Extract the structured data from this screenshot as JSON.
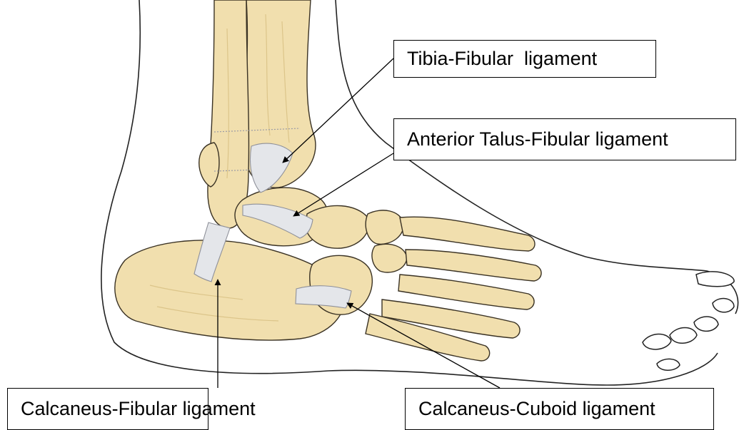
{
  "labels": {
    "tibia_fibular": "Tibia-Fibular  ligament",
    "anterior_talus_fibular": "Anterior Talus-Fibular ligament",
    "calcaneus_fibular": "Calcaneus-Fibular ligament",
    "calcaneus_cuboid": "Calcaneus-Cuboid ligament"
  },
  "colors": {
    "bone": "#f1dfae",
    "bone_shade": "#dcc58a",
    "ligament": "#e4e6ea",
    "outline": "#3a3224",
    "skin_outline": "#222222",
    "arrow": "#000000"
  }
}
